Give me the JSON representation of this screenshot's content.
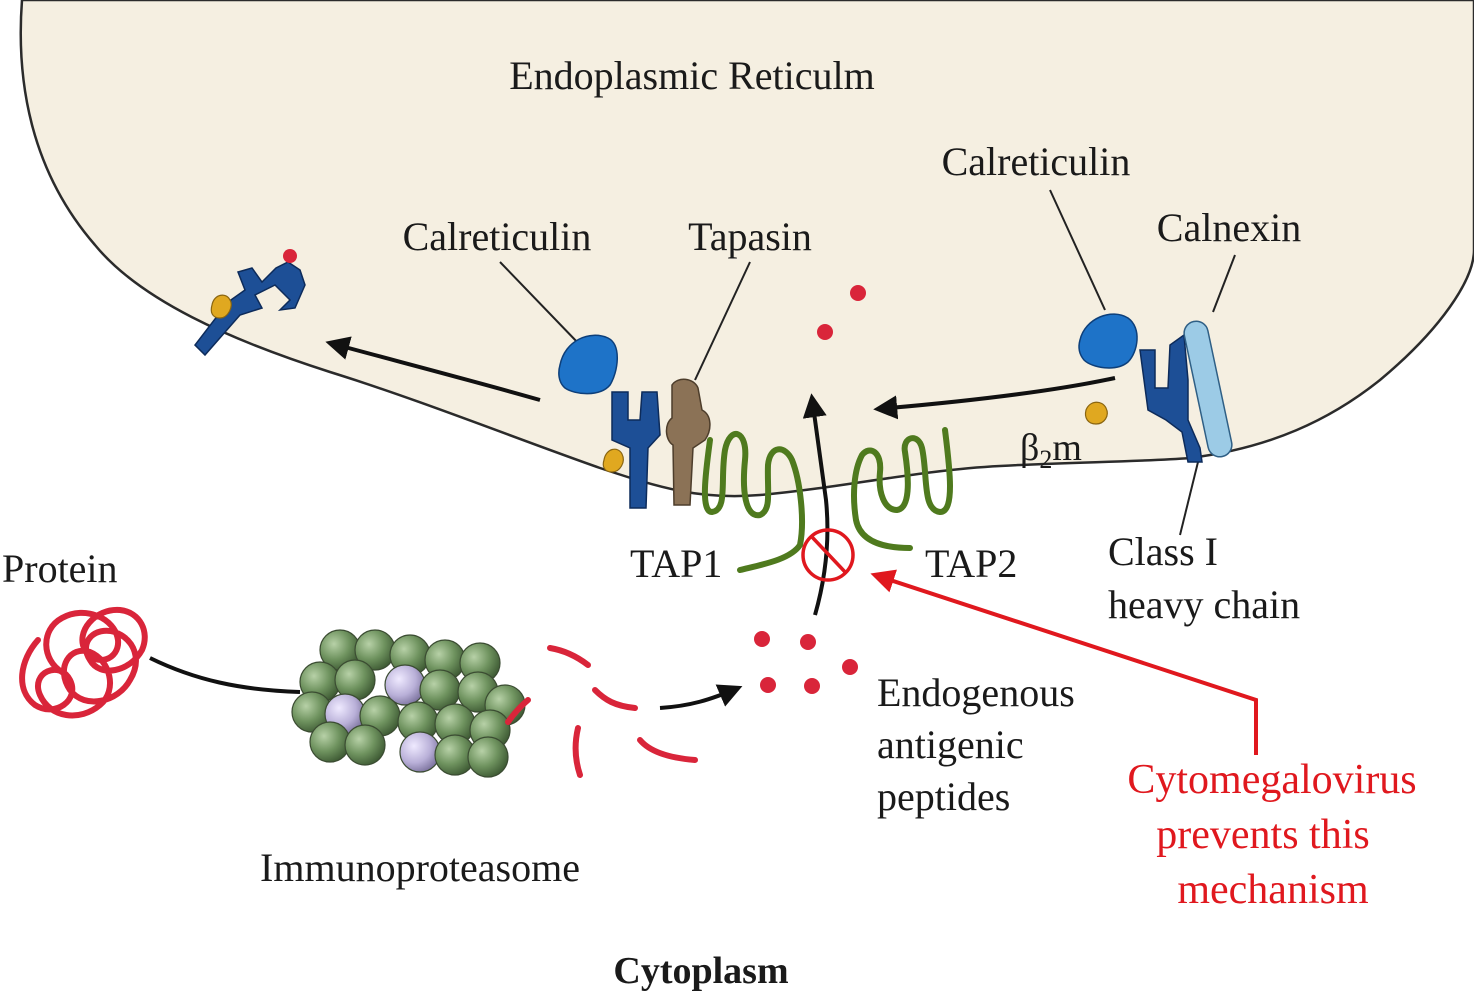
{
  "labels": {
    "er": "Endoplasmic Reticulm",
    "calreticulin_left": "Calreticulin",
    "tapasin": "Tapasin",
    "calreticulin_right": "Calreticulin",
    "calnexin": "Calnexin",
    "beta2m_base": "β",
    "beta2m_sub": "2",
    "beta2m_m": "m",
    "class1_line1": "Class I",
    "class1_line2": "heavy chain",
    "tap1": "TAP1",
    "tap2": "TAP2",
    "protein": "Protein",
    "immunoproteasome": "Immunoproteasome",
    "peptides_line1": "Endogenous",
    "peptides_line2": "antigenic",
    "peptides_line3": "peptides",
    "cmv_line1": "Cytomegalovirus",
    "cmv_line2": "prevents this",
    "cmv_line3": "mechanism",
    "cytoplasm": "Cytoplasm"
  },
  "colors": {
    "er_fill": "#f5efe1",
    "er_stroke": "#2b2b2b",
    "heavy_chain": "#1d4f96",
    "calreticulin": "#1e73c8",
    "calnexin": "#9ccbe6",
    "tapasin": "#8b7256",
    "beta2m": "#e0a820",
    "peptide": "#d9253a",
    "tap": "#4f7a1e",
    "proteasome": "#6f935f",
    "proteasome_alt": "#b9b0d8",
    "inhibit": "#e0181e",
    "arrow": "#111111"
  }
}
